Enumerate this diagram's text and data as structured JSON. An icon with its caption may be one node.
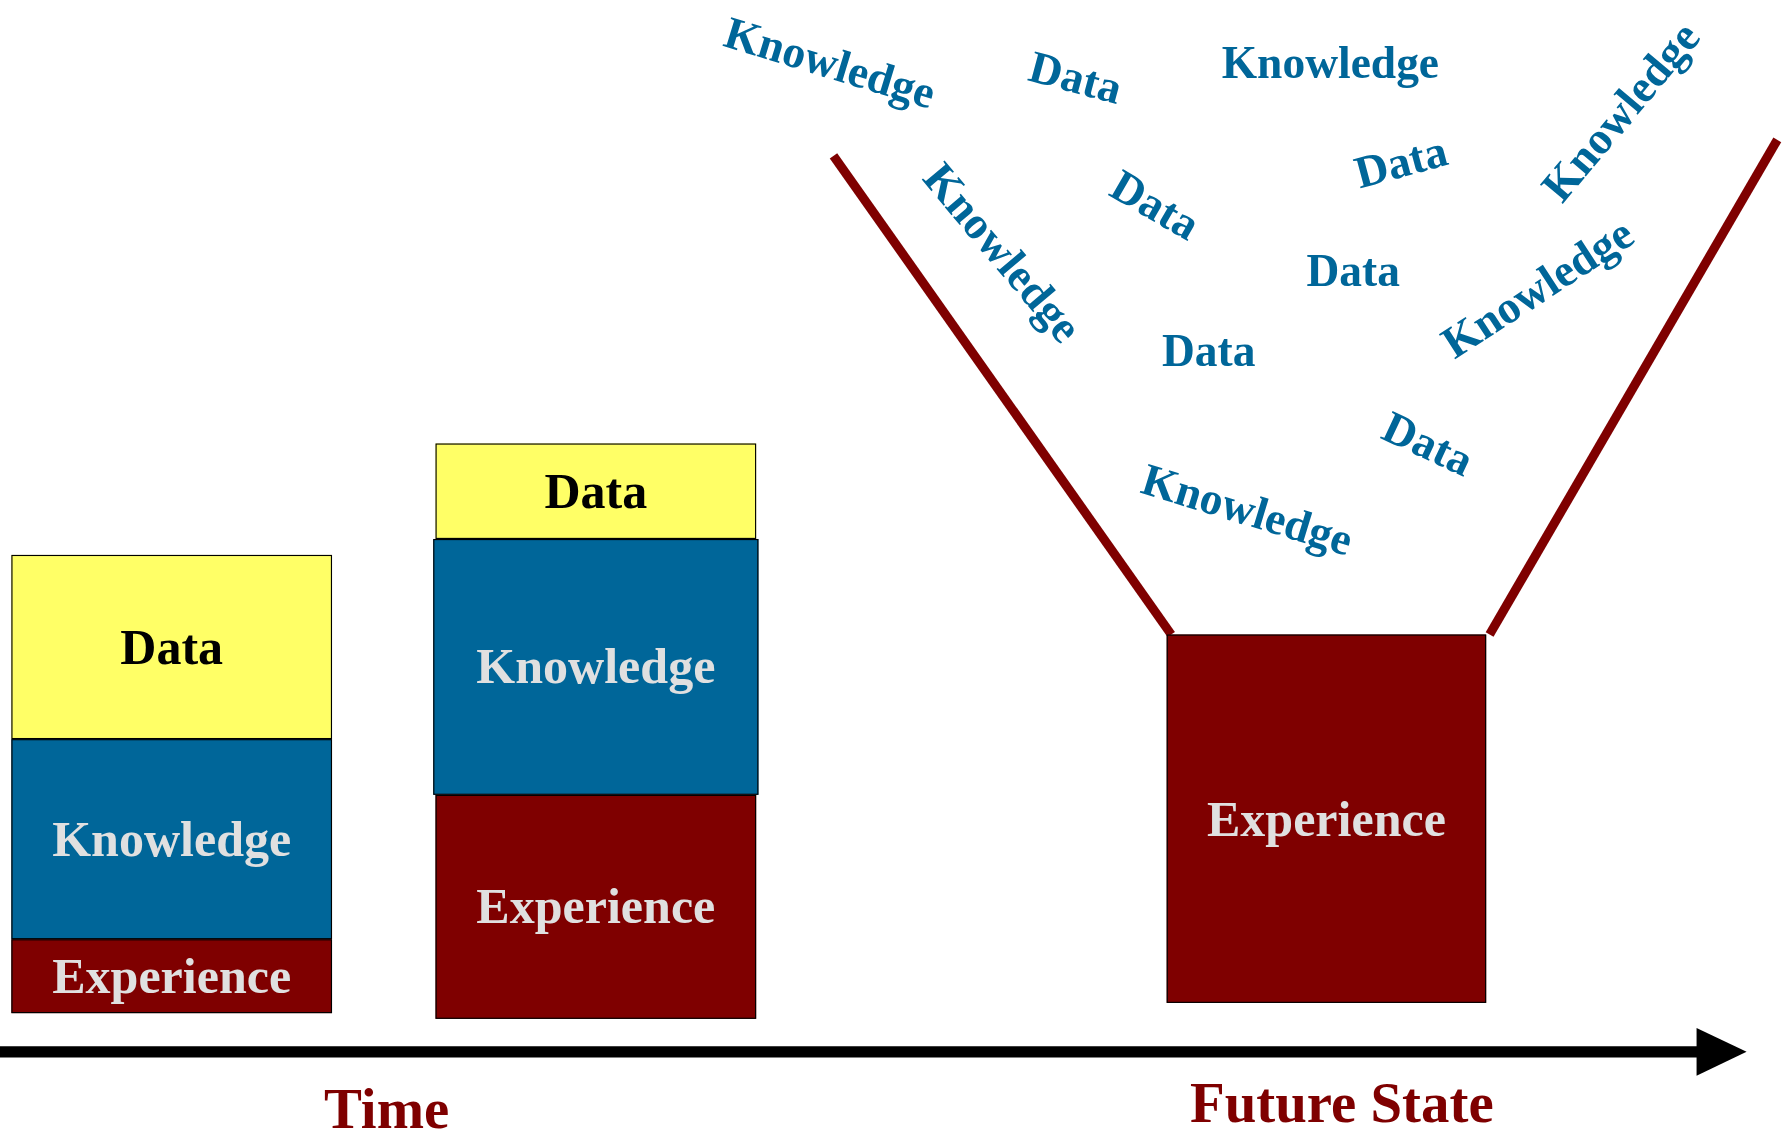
{
  "diagram": {
    "nodes": [
      {
        "text": [
          "Data"
        ]
      },
      {
        "text": [
          "Knowledge"
        ]
      },
      {
        "text": [
          "Experience"
        ]
      },
      {
        "text": [
          "Data"
        ]
      },
      {
        "text": [
          "Knowledge"
        ]
      },
      {
        "text": [
          "Experience"
        ]
      },
      {
        "text": [
          "Experience"
        ]
      }
    ],
    "edges": [],
    "labels": [
      "Knowledge",
      "Data",
      "Knowledge",
      "Knowledge",
      "Data",
      "Data",
      "Knowledge",
      "Data",
      "Knowledge",
      "Data",
      "Data",
      "Knowledge",
      "Time",
      "Future State"
    ]
  }
}
